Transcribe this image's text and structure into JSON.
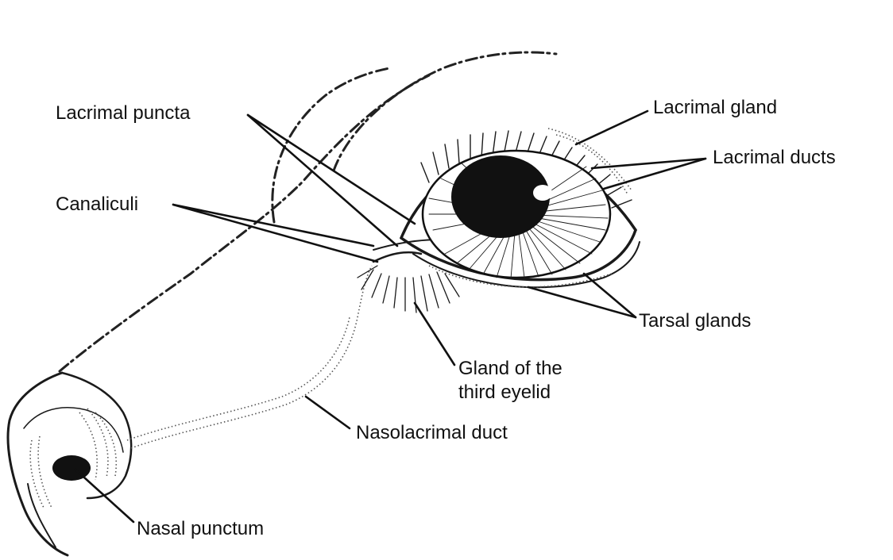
{
  "labels": {
    "lacrimal_puncta": "Lacrimal puncta",
    "canaliculi": "Canaliculi",
    "lacrimal_gland": "Lacrimal gland",
    "lacrimal_ducts": "Lacrimal ducts",
    "tarsal_glands": "Tarsal glands",
    "gland_third_eyelid_line1": "Gland of the",
    "gland_third_eyelid_line2": "third eyelid",
    "nasolacrimal_duct": "Nasolacrimal duct",
    "nasal_punctum": "Nasal punctum"
  },
  "colors": {
    "ink": "#111111",
    "background": "#ffffff"
  }
}
